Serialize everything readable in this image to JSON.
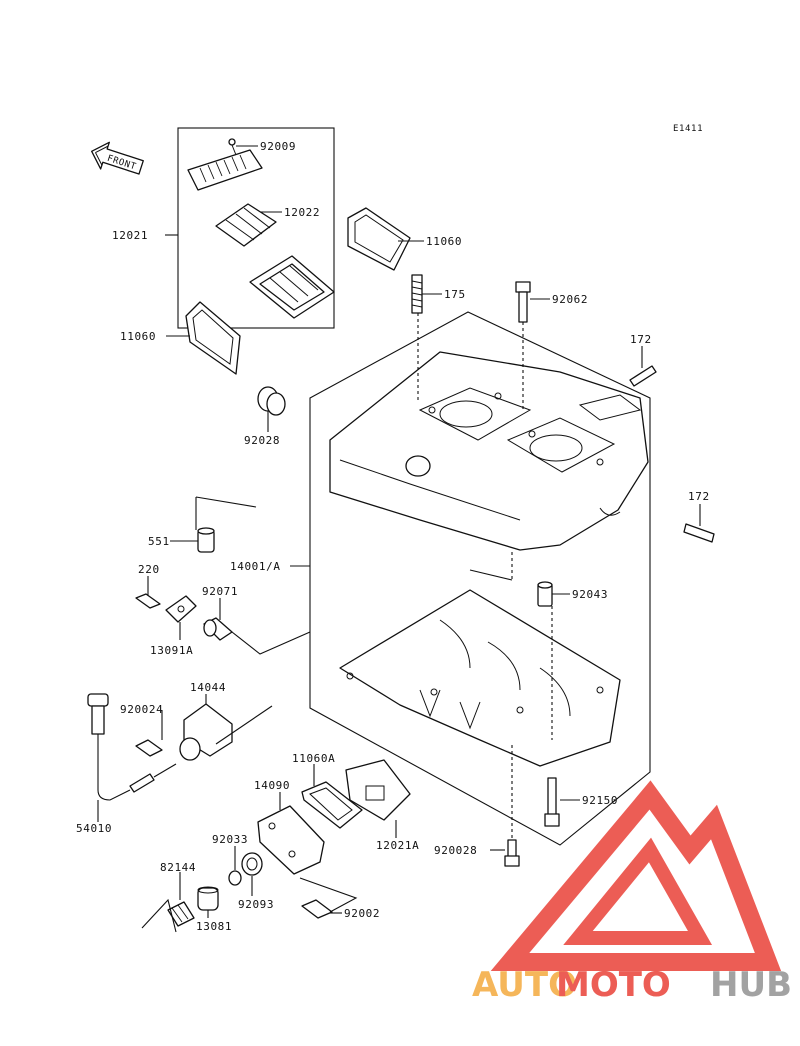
{
  "diagram": {
    "code": "E1411",
    "front_label": "FRONT",
    "colors": {
      "line": "#111111",
      "logo_red": "#e8352b",
      "logo_orange": "#f3a531",
      "logo_gray": "#8c8c8c"
    },
    "parts": [
      {
        "id": "p92009",
        "label": "92009"
      },
      {
        "id": "p12022",
        "label": "12022"
      },
      {
        "id": "p12021",
        "label": "12021"
      },
      {
        "id": "p11060a",
        "label": "11060"
      },
      {
        "id": "p11060b",
        "label": "11060"
      },
      {
        "id": "p175",
        "label": "175"
      },
      {
        "id": "p92062",
        "label": "92062"
      },
      {
        "id": "p172a",
        "label": "172"
      },
      {
        "id": "p172b",
        "label": "172"
      },
      {
        "id": "p92028",
        "label": "92028"
      },
      {
        "id": "p551",
        "label": "551"
      },
      {
        "id": "p14001",
        "label": "14001/A"
      },
      {
        "id": "p220",
        "label": "220"
      },
      {
        "id": "p92071",
        "label": "92071"
      },
      {
        "id": "p92043",
        "label": "92043"
      },
      {
        "id": "p13091",
        "label": "13091A"
      },
      {
        "id": "p14044",
        "label": "14044"
      },
      {
        "id": "p920024",
        "label": "920024"
      },
      {
        "id": "p11060A",
        "label": "11060A"
      },
      {
        "id": "p14090",
        "label": "14090"
      },
      {
        "id": "p92150",
        "label": "92150"
      },
      {
        "id": "p54010",
        "label": "54010"
      },
      {
        "id": "p12021A",
        "label": "12021A"
      },
      {
        "id": "p92033",
        "label": "92033"
      },
      {
        "id": "p920028",
        "label": "920028"
      },
      {
        "id": "p82144",
        "label": "82144"
      },
      {
        "id": "p92093",
        "label": "92093"
      },
      {
        "id": "p92002",
        "label": "92002"
      },
      {
        "id": "p13081",
        "label": "13081"
      }
    ]
  },
  "watermark": {
    "part1": "AUTO",
    "part2": "MOTO",
    "part3": "HUB"
  }
}
